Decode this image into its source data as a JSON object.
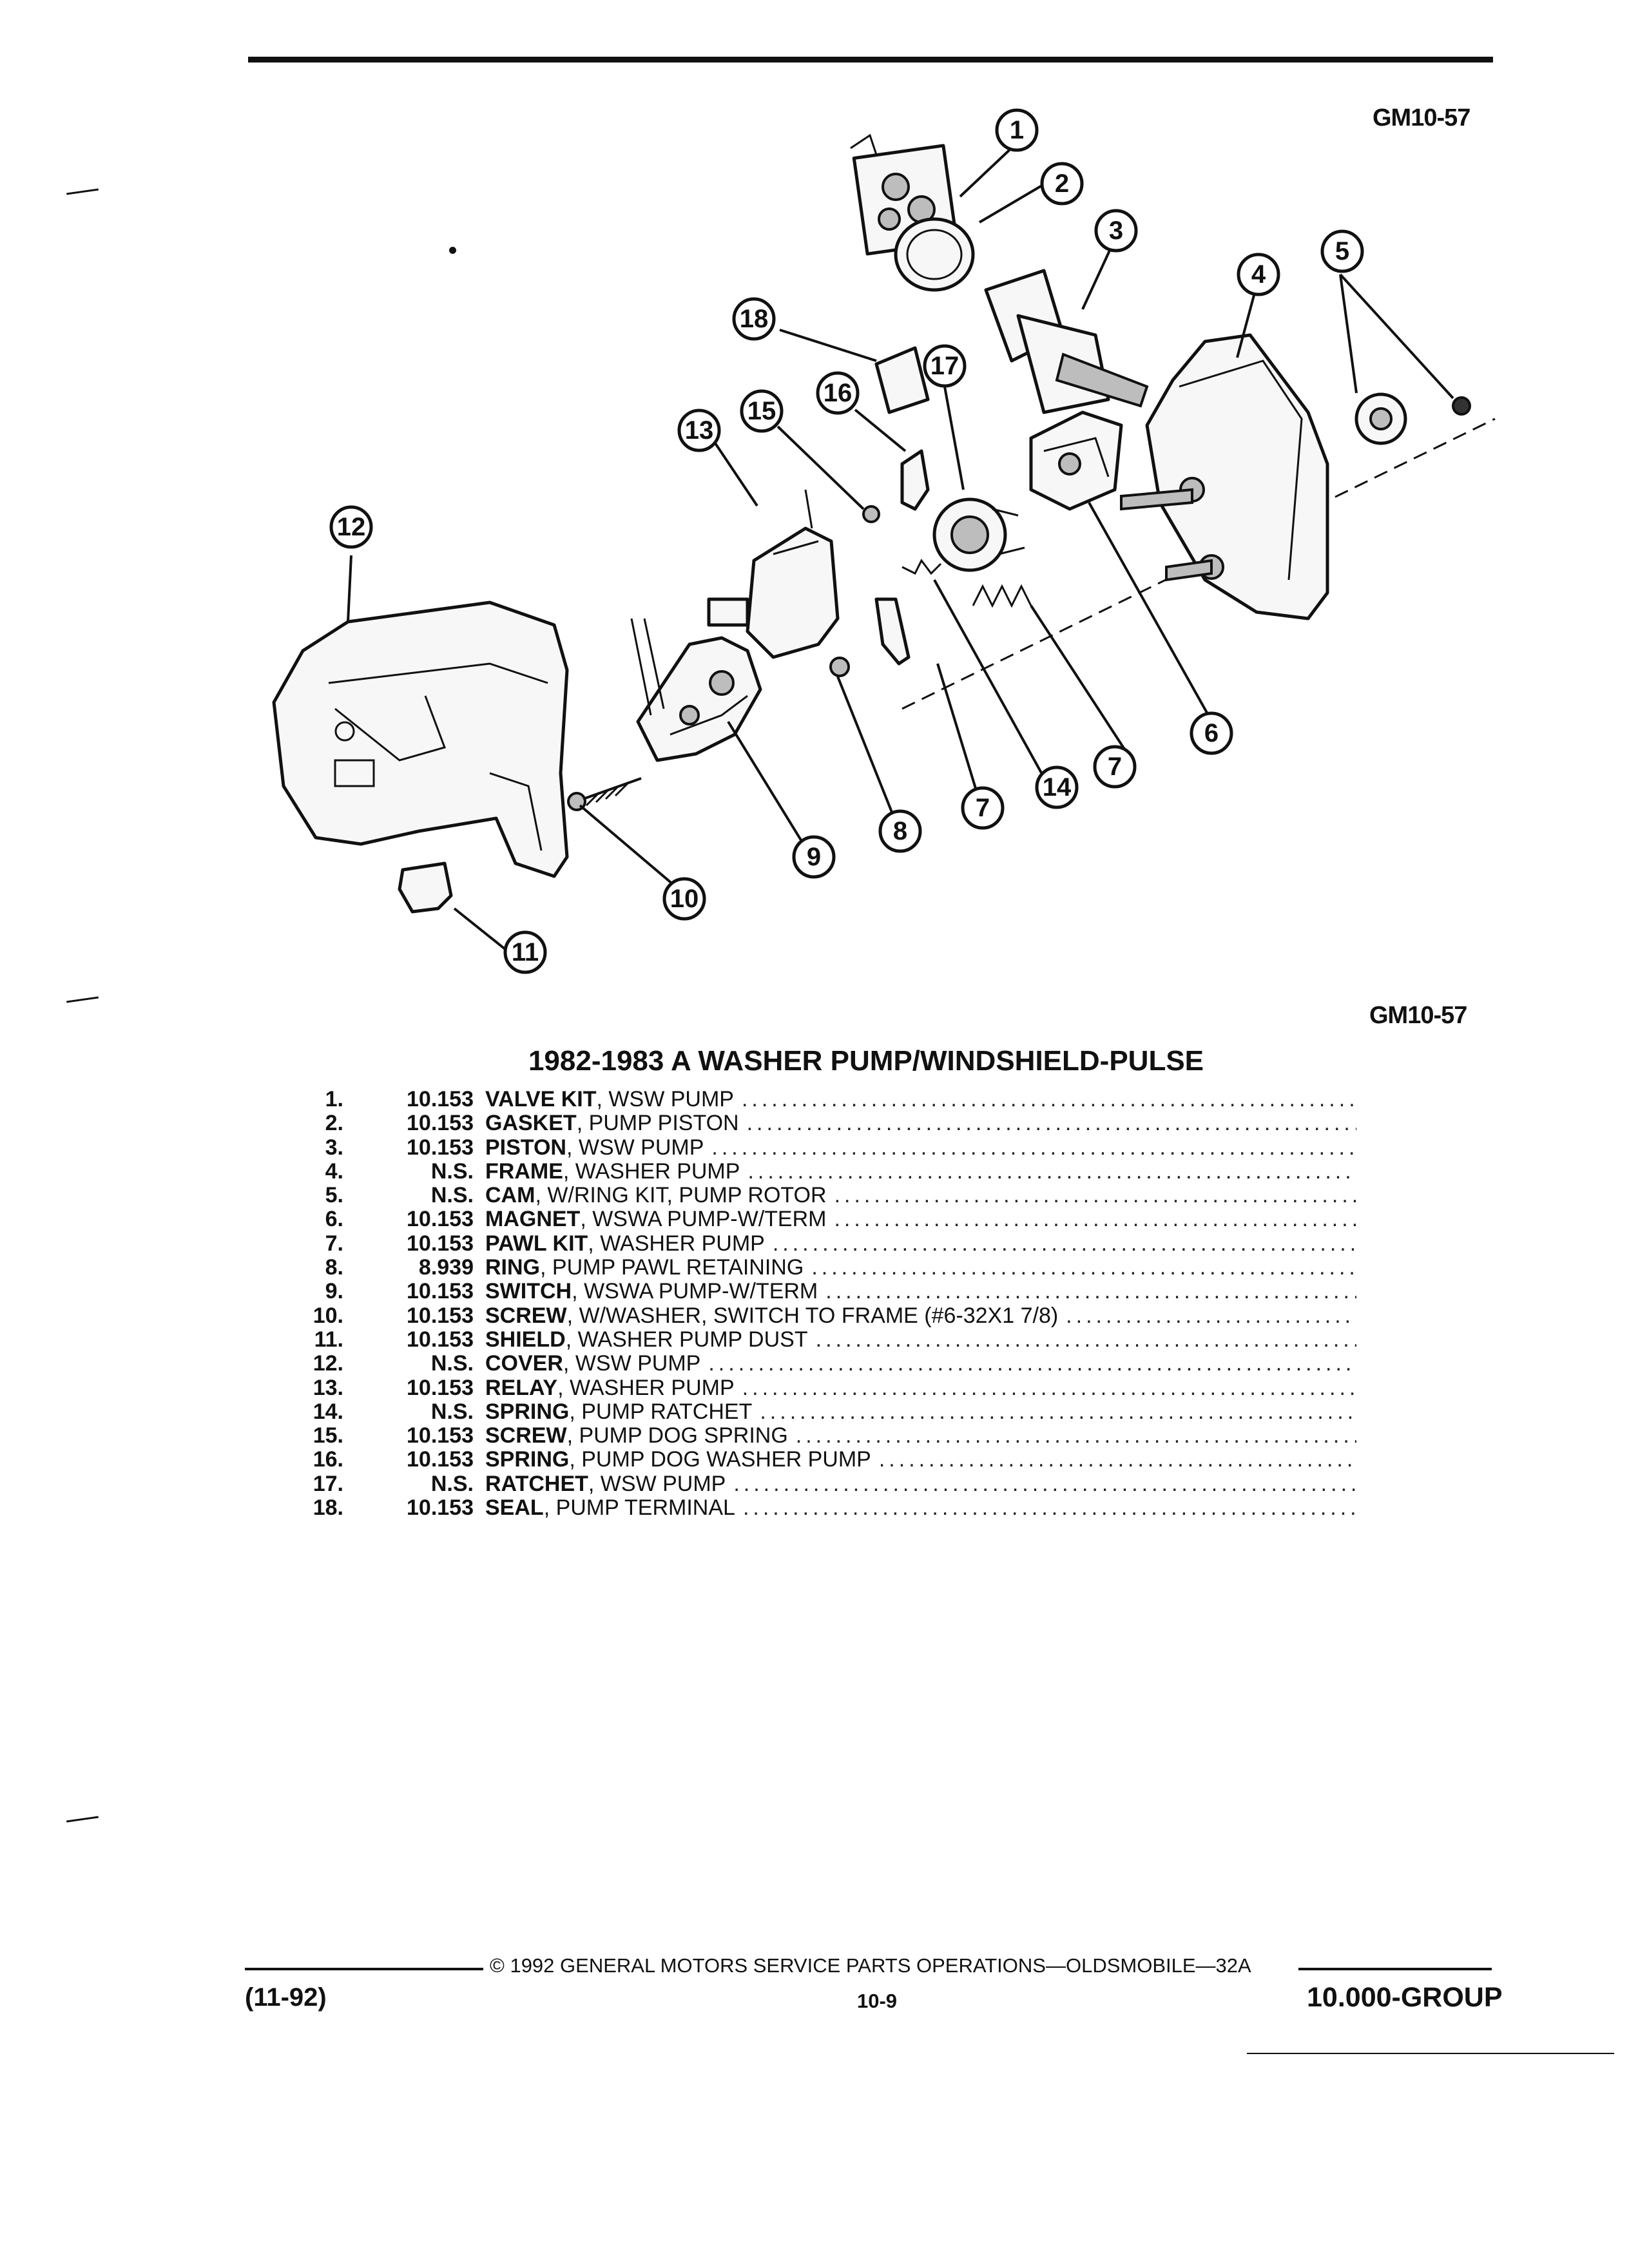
{
  "figure_id_top": "GM10-57",
  "figure_id_bottom": "GM10-57",
  "callouts": [
    "1",
    "2",
    "3",
    "4",
    "5",
    "6",
    "7",
    "7",
    "8",
    "9",
    "10",
    "11",
    "12",
    "13",
    "14",
    "15",
    "16",
    "17",
    "18"
  ],
  "parts_title": "1982-1983 A WASHER PUMP/WINDSHIELD-PULSE",
  "parts": [
    {
      "num": "1.",
      "group": "10.153",
      "name": "VALVE KIT",
      "desc": ", WSW PUMP"
    },
    {
      "num": "2.",
      "group": "10.153",
      "name": "GASKET",
      "desc": ", PUMP PISTON"
    },
    {
      "num": "3.",
      "group": "10.153",
      "name": "PISTON",
      "desc": ", WSW PUMP"
    },
    {
      "num": "4.",
      "group": "N.S.",
      "name": "FRAME",
      "desc": ", WASHER PUMP"
    },
    {
      "num": "5.",
      "group": "N.S.",
      "name": "CAM",
      "desc": ", W/RING KIT, PUMP ROTOR"
    },
    {
      "num": "6.",
      "group": "10.153",
      "name": "MAGNET",
      "desc": ", WSWA PUMP-W/TERM"
    },
    {
      "num": "7.",
      "group": "10.153",
      "name": "PAWL KIT",
      "desc": ", WASHER PUMP"
    },
    {
      "num": "8.",
      "group": "8.939",
      "name": "RING",
      "desc": ", PUMP PAWL RETAINING"
    },
    {
      "num": "9.",
      "group": "10.153",
      "name": "SWITCH",
      "desc": ", WSWA PUMP-W/TERM"
    },
    {
      "num": "10.",
      "group": "10.153",
      "name": "SCREW",
      "desc": ", W/WASHER, SWITCH TO FRAME (#6-32X1 7/8)"
    },
    {
      "num": "11.",
      "group": "10.153",
      "name": "SHIELD",
      "desc": ", WASHER PUMP DUST"
    },
    {
      "num": "12.",
      "group": "N.S.",
      "name": "COVER",
      "desc": ", WSW PUMP"
    },
    {
      "num": "13.",
      "group": "10.153",
      "name": "RELAY",
      "desc": ", WASHER PUMP"
    },
    {
      "num": "14.",
      "group": "N.S.",
      "name": "SPRING",
      "desc": ", PUMP RATCHET"
    },
    {
      "num": "15.",
      "group": "10.153",
      "name": "SCREW",
      "desc": ", PUMP DOG SPRING"
    },
    {
      "num": "16.",
      "group": "10.153",
      "name": "SPRING",
      "desc": ", PUMP DOG WASHER PUMP"
    },
    {
      "num": "17.",
      "group": "N.S.",
      "name": "RATCHET",
      "desc": ", WSW PUMP"
    },
    {
      "num": "18.",
      "group": "10.153",
      "name": "SEAL",
      "desc": ", PUMP TERMINAL"
    }
  ],
  "footer": {
    "copyright": "© 1992 GENERAL MOTORS SERVICE PARTS OPERATIONS—OLDSMOBILE—32A",
    "date": "(11-92)",
    "page": "10-9",
    "group": "10.000-GROUP"
  }
}
